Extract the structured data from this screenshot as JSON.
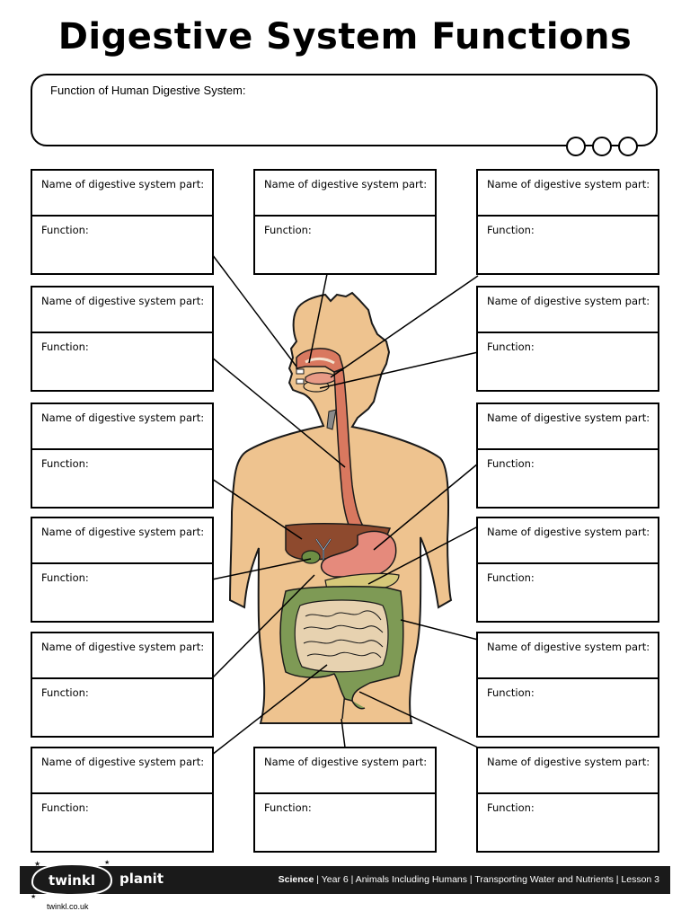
{
  "title": "Digestive System Functions",
  "function_prompt": "Function of Human Digestive System:",
  "card_name_label": "Name of digestive system part:",
  "card_function_label": "Function:",
  "footer": {
    "brand": "twinkl",
    "planit": "planit",
    "subject": "Science",
    "breadcrumb": " | Year 6 | Animals Including Humans | Transporting Water and Nutrients | Lesson 3",
    "site": "twinkl.co.uk"
  },
  "colors": {
    "skin": "#EEC38F",
    "organ_red": "#D9785F",
    "intestine_green": "#7E9A55",
    "small_intestine": "#E7D2B0",
    "liver": "#8E4A2E",
    "footer_bg": "#1a1a1a"
  }
}
